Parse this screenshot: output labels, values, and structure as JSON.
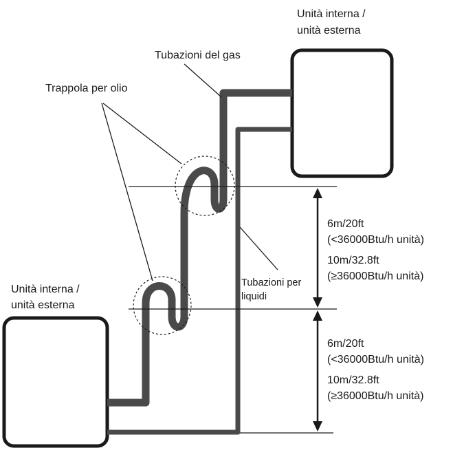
{
  "labels": {
    "top_unit_line1": "Unità interna /",
    "top_unit_line2": "unità esterna",
    "bottom_unit_line1": "Unità interna /",
    "bottom_unit_line2": "unità esterna",
    "gas_pipe": "Tubazioni del gas",
    "oil_trap": "Trappola per olio",
    "liquid_pipe_line1": "Tubazioni per",
    "liquid_pipe_line2": "liquidi"
  },
  "upper_span": {
    "line1": "6m/20ft",
    "line2": "(<36000Btu/h unità)",
    "line3": "10m/32.8ft",
    "line4": "(≥36000Btu/h unità)"
  },
  "lower_span": {
    "line1": "6m/20ft",
    "line2": "(<36000Btu/h unità)",
    "line3": "10m/32.8ft",
    "line4": "(≥36000Btu/h unità)"
  },
  "colors": {
    "stroke": "#1a1a1a",
    "pipe": "#4a4a4a",
    "background": "#ffffff"
  }
}
